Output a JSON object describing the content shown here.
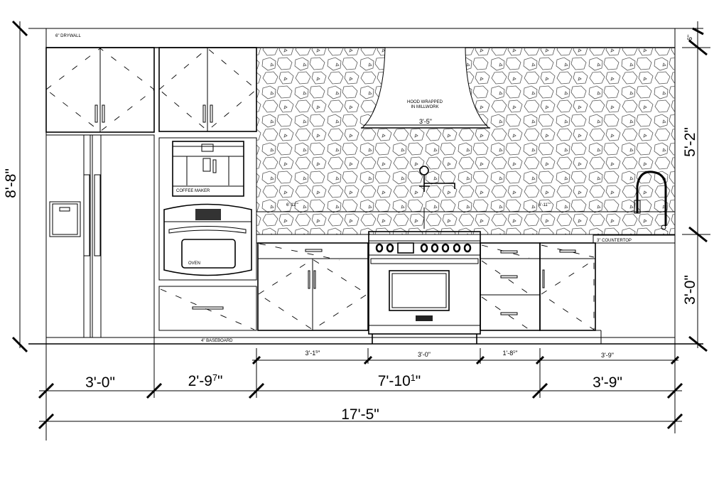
{
  "labels": {
    "drywall": "6\" DRYWALL",
    "baseboard": "4\" BASEBOARD",
    "countertop": "3\" COUNTERTOP",
    "hood_line1": "HOOD WRAPPED",
    "hood_line2": "IN MILLWORK",
    "coffee_maker": "COFFEE MAKER",
    "oven": "OVEN"
  },
  "dimensions": {
    "overall_height": "8'-8\"",
    "upper_height": "5'-2\"",
    "base_height": "3'-0\"",
    "top_offset": "6\"",
    "hood_width": "3'-5\"",
    "faucet_left": {
      "whole": "6'-11",
      "num": "1",
      "den": "2",
      "unit": "\""
    },
    "faucet_right": {
      "whole": "6'-11",
      "num": "1",
      "den": "2",
      "unit": "\""
    },
    "row1": [
      {
        "whole": "3'-1",
        "num": "5",
        "den": "8",
        "unit": "\""
      },
      {
        "whole": "3'-0\"",
        "num": "",
        "den": "",
        "unit": ""
      },
      {
        "whole": "1'-8",
        "num": "1",
        "den": "2",
        "unit": "\""
      },
      {
        "whole": "3'-9\"",
        "num": "",
        "den": "",
        "unit": ""
      }
    ],
    "row2": [
      {
        "whole": "3'-0\"",
        "num": "",
        "den": "",
        "unit": ""
      },
      {
        "whole": "2'-9",
        "num": "7",
        "den": "8",
        "unit": "\""
      },
      {
        "whole": "7'-10",
        "num": "1",
        "den": "8",
        "unit": "\""
      },
      {
        "whole": "3'-9\"",
        "num": "",
        "den": "",
        "unit": ""
      }
    ],
    "overall_width": "17'-5\""
  }
}
